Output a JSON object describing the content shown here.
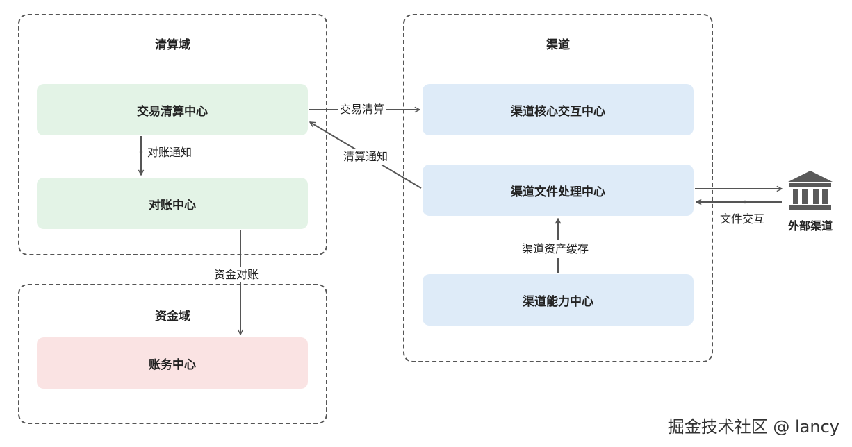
{
  "groups": {
    "clearing": {
      "title": "清算域"
    },
    "funds": {
      "title": "资金域"
    },
    "channel": {
      "title": "渠道"
    }
  },
  "nodes": {
    "trade_clearing_center": "交易清算中心",
    "reconciliation_center": "对账中心",
    "accounting_center": "账务中心",
    "channel_core_center": "渠道核心交互中心",
    "channel_file_center": "渠道文件处理中心",
    "channel_capability_center": "渠道能力中心"
  },
  "edges": {
    "reconcile_notify": "对账通知",
    "funds_reconcile": "资金对账",
    "trade_clearing": "交易清算",
    "clearing_notify": "清算通知",
    "asset_cache": "渠道资产缓存",
    "file_exchange": "文件交互"
  },
  "external": {
    "label": "外部渠道",
    "icon": "bank-icon"
  },
  "watermark": "掘金技术社区 @ lancy",
  "colors": {
    "green_node": "#e3f3e6",
    "blue_node": "#deebf8",
    "pink_node": "#fae3e3",
    "border": "#555555",
    "arrow": "#555555"
  }
}
